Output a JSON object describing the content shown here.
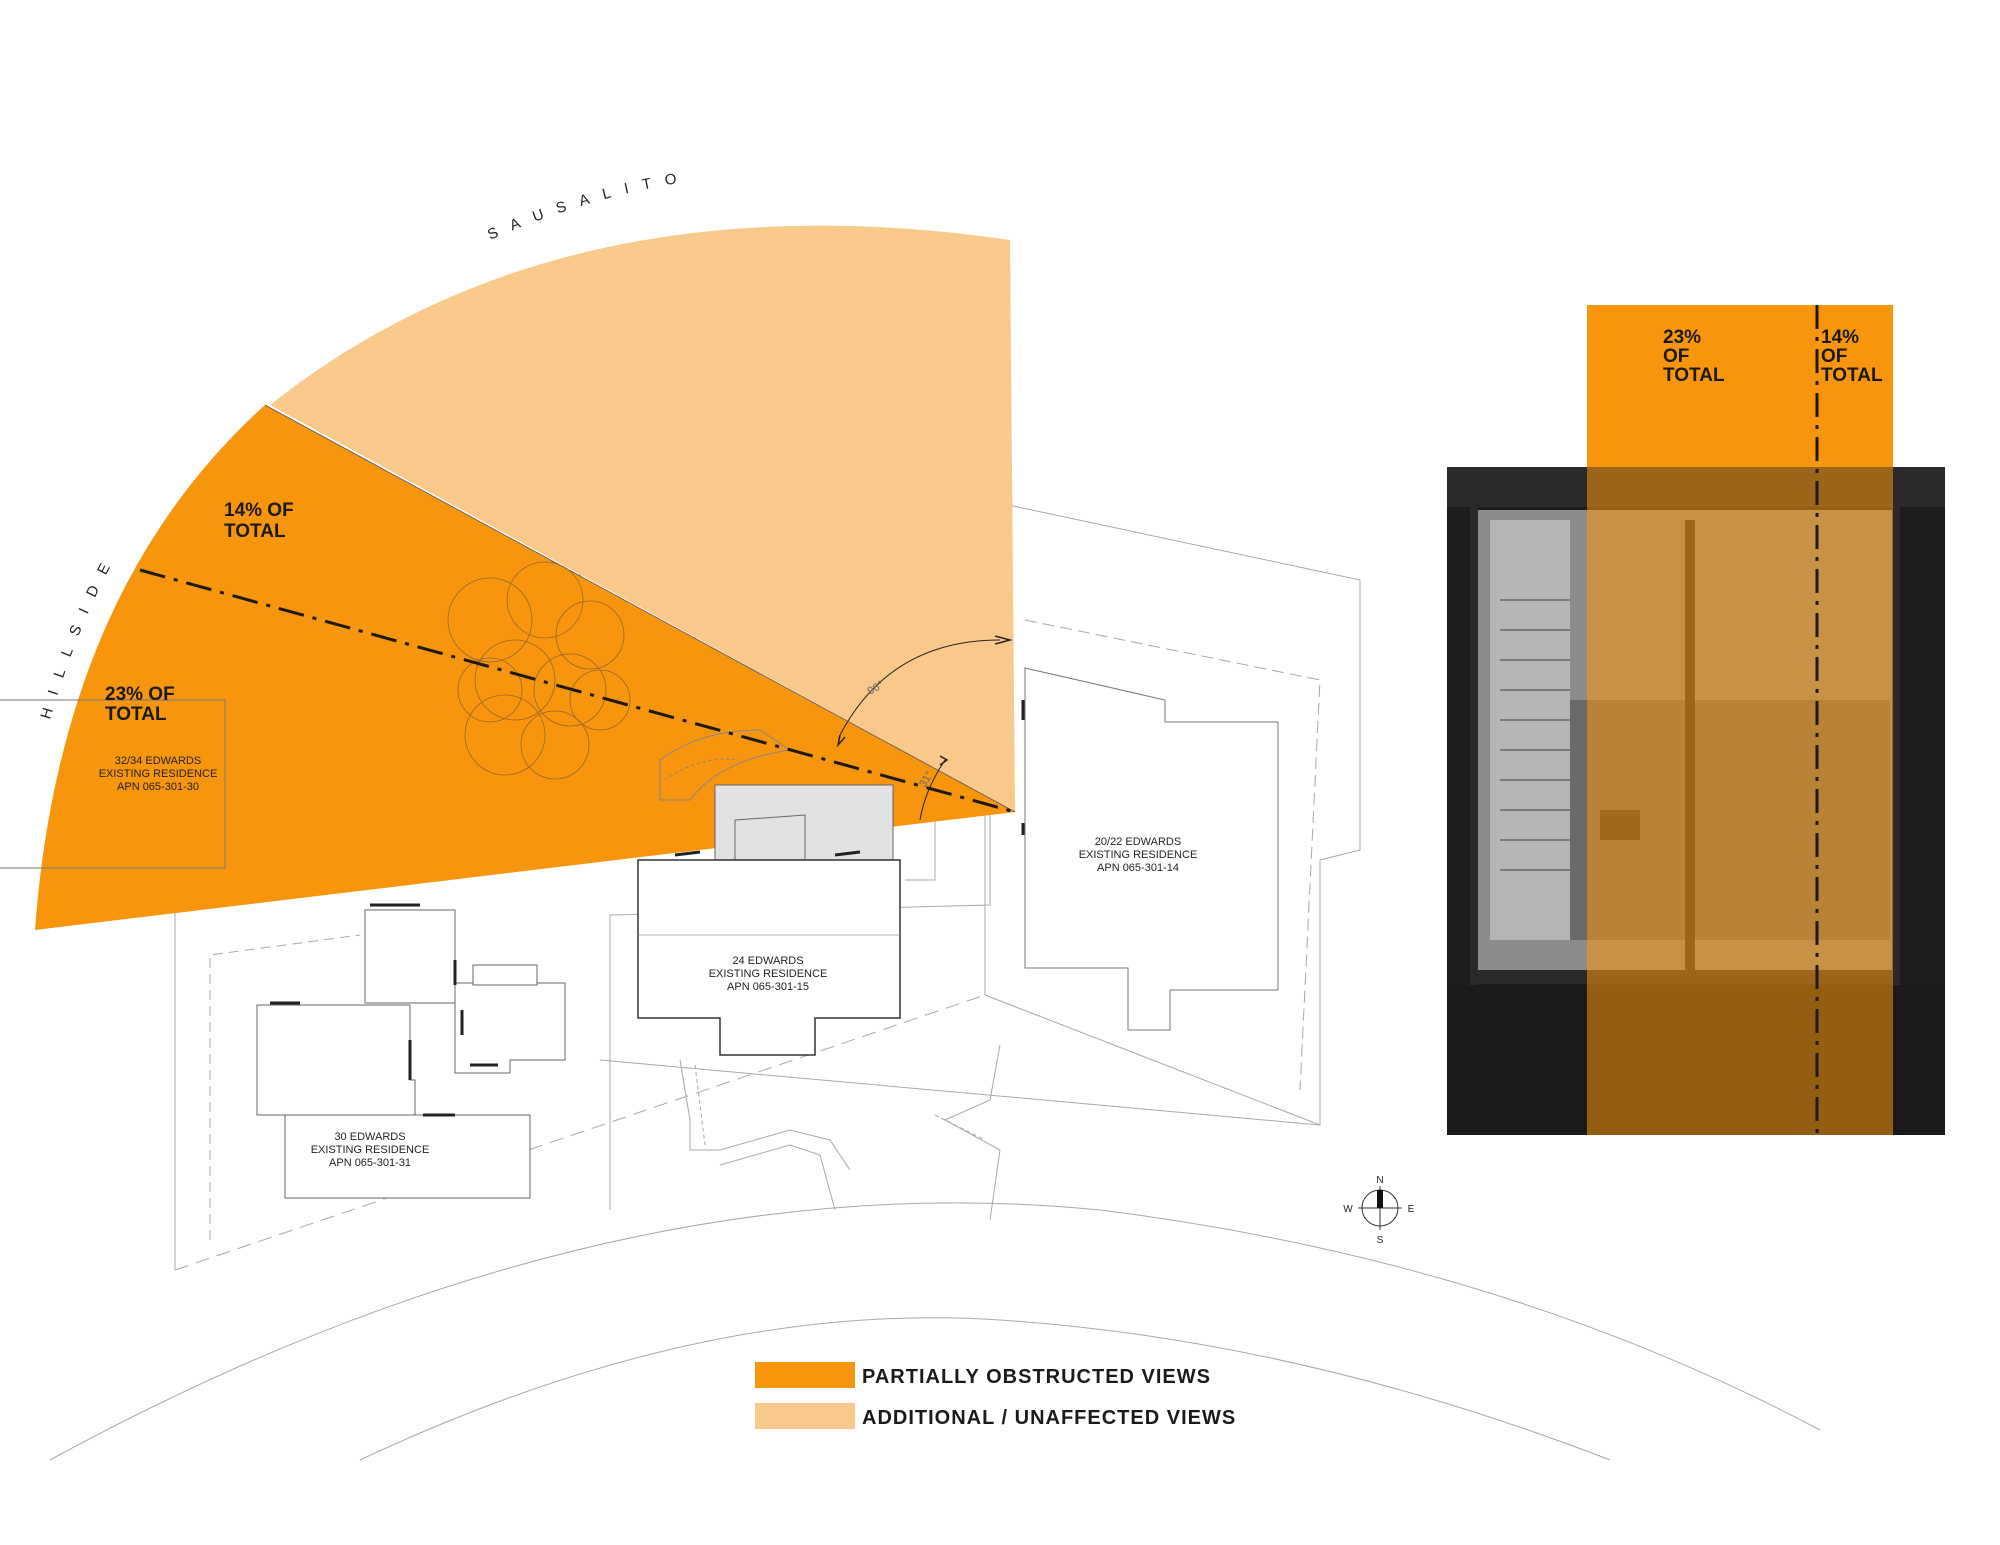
{
  "colors": {
    "obstructed": "#F7950D",
    "unaffected": "#F8C98B",
    "line": "#9a9a9a",
    "dark": "#222222",
    "photo_bg": "#1a1a1a"
  },
  "arc_labels": {
    "top": "SAUSALITO",
    "left": "HILLSIDE"
  },
  "view_cone": {
    "obstructed_right": "14% OF",
    "obstructed_right_2": "TOTAL",
    "obstructed_left": "23% OF",
    "obstructed_left_2": "TOTAL",
    "angle_main": "96°",
    "angle_small": "31°"
  },
  "buildings": [
    {
      "id": "32-34",
      "line1": "32/34 EDWARDS",
      "line2": "EXISTING  RESIDENCE",
      "line3": "APN 065-301-30"
    },
    {
      "id": "24",
      "line1": "24 EDWARDS",
      "line2": "EXISTING  RESIDENCE",
      "line3": "APN 065-301-15"
    },
    {
      "id": "20-22",
      "line1": "20/22 EDWARDS",
      "line2": "EXISTING  RESIDENCE",
      "line3": "APN 065-301-14"
    },
    {
      "id": "30",
      "line1": "30 EDWARDS",
      "line2": "EXISTING  RESIDENCE",
      "line3": "APN 065-301-31"
    }
  ],
  "photo_panel": {
    "left_pct": "23%",
    "left_pct_2": "OF",
    "left_pct_3": "TOTAL",
    "right_pct": "14%",
    "right_pct_2": "OF",
    "right_pct_3": "TOTAL"
  },
  "compass": {
    "n": "N",
    "s": "S",
    "e": "E",
    "w": "W"
  },
  "legend": [
    {
      "label": "PARTIALLY OBSTRUCTED VIEWS",
      "color": "#F7950D"
    },
    {
      "label": "ADDITIONAL / UNAFFECTED VIEWS",
      "color": "#F8C98B"
    }
  ]
}
